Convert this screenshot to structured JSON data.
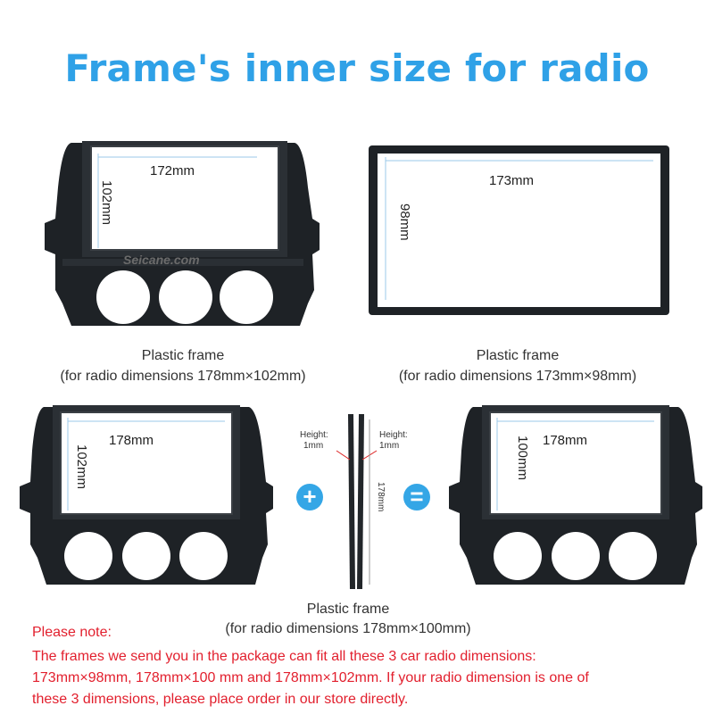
{
  "title": "Frame's inner size for radio",
  "watermark": "Seicane.com",
  "frames": {
    "top_left": {
      "width_label": "172mm",
      "height_label": "102mm",
      "caption_line1": "Plastic frame",
      "caption_line2": "(for radio dimensions 178mm×102mm)"
    },
    "top_right": {
      "width_label": "173mm",
      "height_label": "98mm",
      "caption_line1": "Plastic frame",
      "caption_line2": "(for radio dimensions 173mm×98mm)"
    },
    "bottom_left": {
      "width_label": "178mm",
      "height_label": "102mm"
    },
    "strips": {
      "left_label_1": "Height:",
      "left_label_2": "1mm",
      "right_label_1": "Height:",
      "right_label_2": "1mm",
      "length_label": "178mm"
    },
    "bottom_right": {
      "width_label": "178mm",
      "height_label": "100mm",
      "caption_line1": "Plastic frame",
      "caption_line2": "(for radio dimensions 178mm×100mm)"
    }
  },
  "symbols": {
    "plus": "+",
    "equals": "="
  },
  "note": {
    "heading": "Please note:",
    "line1": "The frames we send you in the package can fit all these 3 car radio dimensions:",
    "line2": "173mm×98mm,  178mm×100 mm and  178mm×102mm. If your radio dimension is one of",
    "line3": "these 3 dimensions, please place order in our store directly."
  },
  "colors": {
    "accent": "#2fa1e7",
    "note": "#e21f2d",
    "frame": "#1e2226"
  }
}
